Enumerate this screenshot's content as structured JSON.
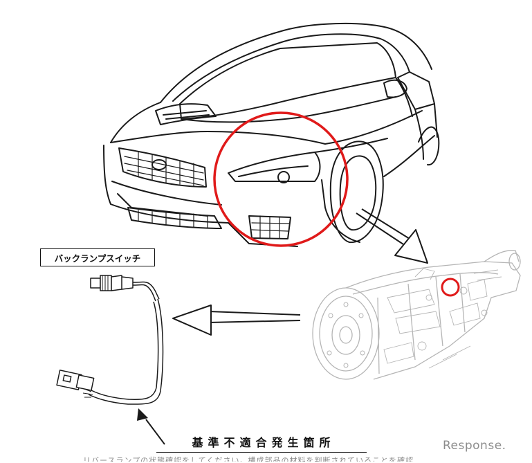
{
  "labels": {
    "part_name": "バックランプスイッチ",
    "location_caption": "基準不適合発生箇所",
    "footnote": "リバースランプの状態確認をしてください。構成部品の材料を判断されていることを確認",
    "watermark": "Response."
  },
  "colors": {
    "highlight": "#e01a1a",
    "line_art": "#1a1a1a",
    "transmission_gray": "#b5b5b5"
  }
}
